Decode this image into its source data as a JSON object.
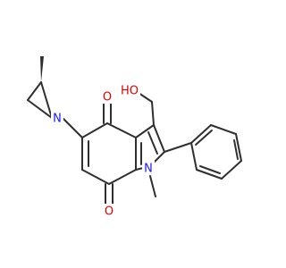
{
  "structure": {
    "labels": {
      "hydroxyl_o": "HO",
      "ketone_top_o": "O",
      "ketone_bottom_o": "O",
      "aziridine_n": "N",
      "indole_n": "N"
    },
    "colors": {
      "bond": "#2f2f2f",
      "oxygen": "#e10000",
      "nitrogen": "#1a1aff",
      "background": "#ffffff"
    }
  }
}
